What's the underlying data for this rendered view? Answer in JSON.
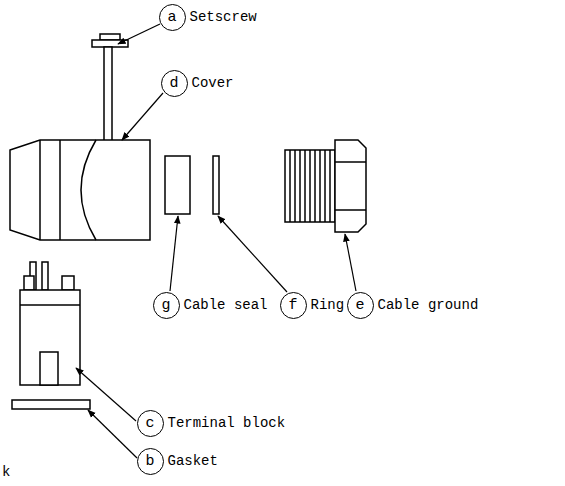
{
  "diagram": {
    "nodes": [
      {
        "text": [
          "a",
          "Setscrew"
        ]
      },
      {
        "text": [
          "d",
          "Cover"
        ]
      },
      {
        "text": [
          "g",
          "Cable seal"
        ]
      },
      {
        "text": [
          "f",
          "Ring"
        ]
      },
      {
        "text": [
          "e",
          "Cable ground"
        ]
      },
      {
        "text": [
          "c",
          "Terminal block"
        ]
      },
      {
        "text": [
          "b",
          "Gasket"
        ]
      }
    ],
    "labels": [
      "k"
    ]
  }
}
